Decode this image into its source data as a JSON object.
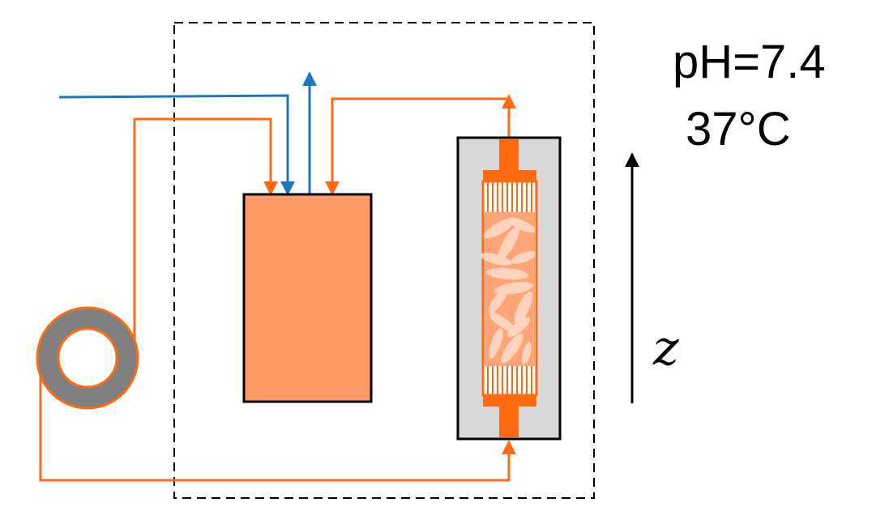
{
  "labels": {
    "ph": "pH=7.4",
    "temperature": "37°C",
    "axis": "z"
  },
  "components": {
    "enclosure": "dashed-boundary",
    "reservoir": "rectangular-reservoir",
    "column": "packed-column",
    "pump": "ring-pump",
    "axis_arrow": "z-direction-arrow"
  },
  "colors": {
    "orange_line": "#ff6a13",
    "blue_line": "#1f74c4",
    "reservoir_fill": "#ff9966",
    "column_housing": "#d9d9d9",
    "column_bed": "#ffa477",
    "particles": "#ffd9c4",
    "pump_ring": "#808080",
    "outline": "#000000"
  }
}
